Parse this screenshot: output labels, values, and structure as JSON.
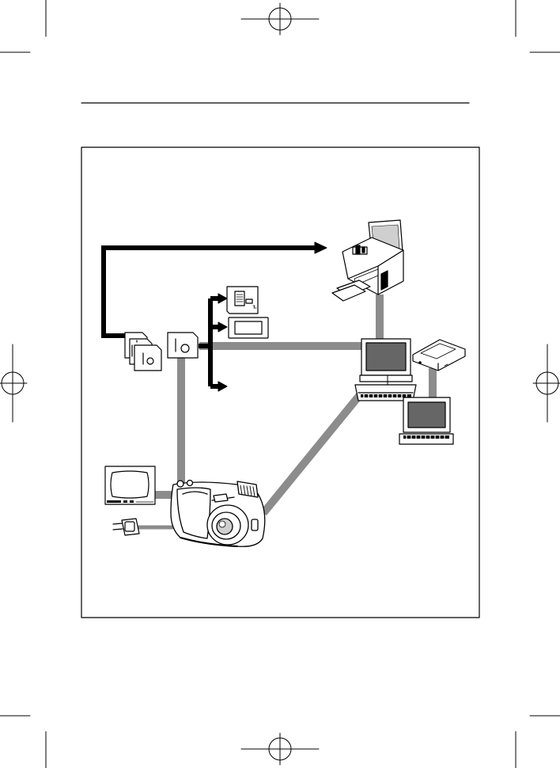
{
  "colors": {
    "ink": "#000000",
    "paper": "#ffffff",
    "connector": "#8c8c8c",
    "screen": "#666666",
    "shade": "#cfcfcf"
  },
  "diagram": {
    "type": "system-connection-diagram",
    "nodes": [
      {
        "id": "camera",
        "icon": "digital-camera-icon"
      },
      {
        "id": "tv",
        "icon": "television-icon"
      },
      {
        "id": "ac-adapter",
        "icon": "ac-adapter-icon"
      },
      {
        "id": "card",
        "icon": "memory-card-icon"
      },
      {
        "id": "card-stack",
        "icon": "memory-card-stack-icon"
      },
      {
        "id": "floppy-adapter",
        "icon": "floppy-disk-adapter-icon"
      },
      {
        "id": "pc-card-adapter",
        "icon": "pc-card-adapter-icon"
      },
      {
        "id": "printer",
        "icon": "photo-printer-icon"
      },
      {
        "id": "desktop-pc",
        "icon": "desktop-computer-icon"
      },
      {
        "id": "card-reader",
        "icon": "card-reader-icon"
      },
      {
        "id": "laptop",
        "icon": "laptop-computer-icon"
      }
    ],
    "links": [
      {
        "from": "camera",
        "to": "tv",
        "style": "gray-cable"
      },
      {
        "from": "camera",
        "to": "card",
        "style": "gray-cable"
      },
      {
        "from": "camera",
        "to": "desktop-pc",
        "style": "gray-cable"
      },
      {
        "from": "card",
        "to": "desktop-pc",
        "style": "gray-cable"
      },
      {
        "from": "desktop-pc",
        "to": "printer",
        "style": "gray-cable"
      },
      {
        "from": "card-reader",
        "to": "laptop",
        "style": "gray-cable"
      },
      {
        "from": "card-stack",
        "to": "printer",
        "style": "black-arrow"
      },
      {
        "from": "card",
        "to": "floppy-adapter",
        "style": "black-arrow"
      },
      {
        "from": "card",
        "to": "pc-card-adapter",
        "style": "black-arrow"
      },
      {
        "from": "card",
        "to": "unlabeled",
        "style": "black-arrow"
      }
    ]
  }
}
